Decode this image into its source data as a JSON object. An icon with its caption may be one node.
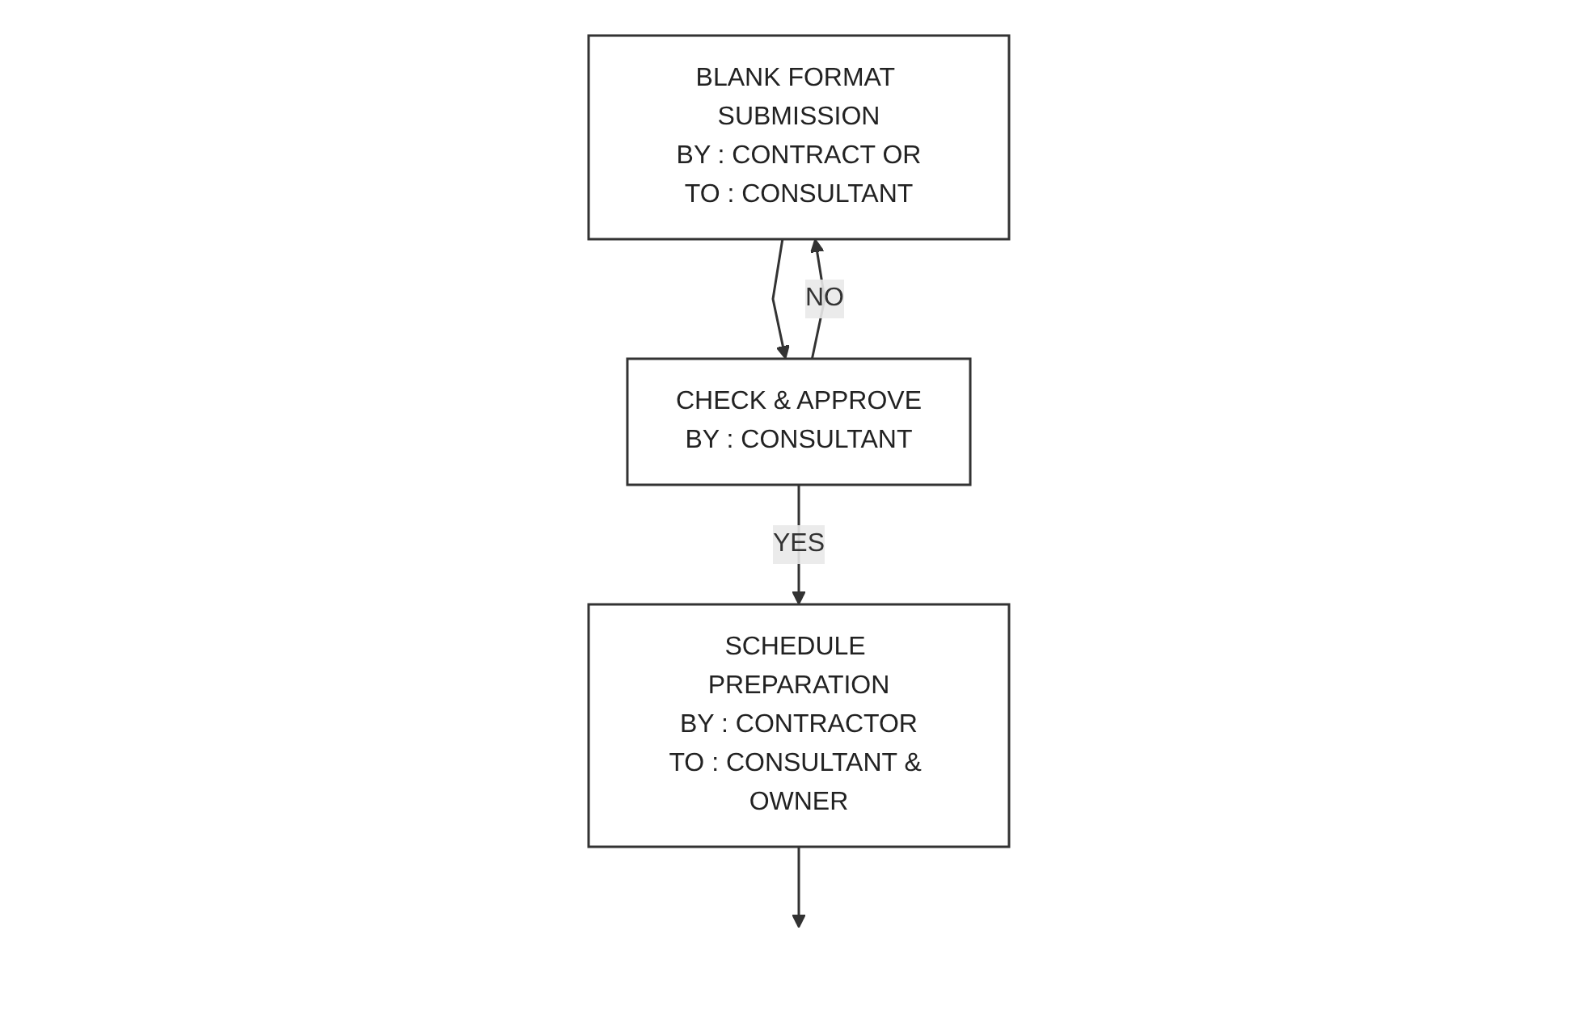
{
  "diagram": {
    "nodes": [
      {
        "text": [
          "BLANK FORMAT SUBMISSION",
          "BY : CONTRACT OR",
          "TO : CONSULTANT"
        ]
      },
      {
        "text": [
          "CHECK & APPROVE",
          "BY : CONSULTANT"
        ]
      },
      {
        "text": [
          "SCHEDULE PREPARATION",
          "BY : CONTRACTOR",
          "TO : CONSULTANT & OWNER"
        ]
      }
    ],
    "edges": [
      {
        "from": 0,
        "to": 1,
        "arrow": "to"
      },
      {
        "from": 1,
        "to": 0,
        "arrow": "to",
        "label": "NO"
      },
      {
        "from": 1,
        "to": 2,
        "arrow": "to",
        "label": "YES"
      },
      {
        "from": 2,
        "to": null,
        "arrow": "to"
      }
    ]
  }
}
